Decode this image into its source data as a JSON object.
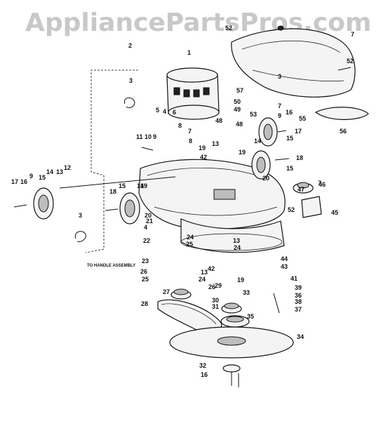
{
  "watermark": "AppliancePartsPros.com",
  "handle_note": "TO HANDLE ASSEMBLY",
  "callouts": {
    "c1": "1",
    "c2": "2",
    "c3a": "3",
    "c3b": "3",
    "c3c": "3",
    "c4a": "4",
    "c4b": "4",
    "c5": "5",
    "c6": "6",
    "c7a": "7",
    "c7b": "7",
    "c7c": "7",
    "c7d": "7",
    "c8a": "8",
    "c8b": "8",
    "c9a": "9",
    "c9b": "9",
    "c9c": "9",
    "c10": "10",
    "c11": "11",
    "c12": "12",
    "c13a": "13",
    "c13b": "13",
    "c13c": "13",
    "c13d": "13",
    "c14a": "14",
    "c14b": "14",
    "c14c": "14",
    "c15a": "15",
    "c15b": "15",
    "c15c": "15",
    "c15d": "15",
    "c16a": "16",
    "c16b": "16",
    "c16c": "16",
    "c17a": "17",
    "c17b": "17",
    "c18a": "18",
    "c18b": "18",
    "c19a": "19",
    "c19b": "19",
    "c19c": "19",
    "c19d": "19",
    "c20a": "20",
    "c20b": "20",
    "c21": "21",
    "c22": "22",
    "c23": "23",
    "c24a": "24",
    "c24b": "24",
    "c24c": "24",
    "c25a": "25",
    "c25b": "25",
    "c26a": "26",
    "c26b": "26",
    "c27": "27",
    "c28": "28",
    "c29": "29",
    "c30": "30",
    "c31": "31",
    "c32": "32",
    "c33": "33",
    "c34": "34",
    "c35": "35",
    "c36": "36",
    "c37": "37",
    "c38": "38",
    "c39": "39",
    "c41": "41",
    "c42a": "42",
    "c42b": "42",
    "c43": "43",
    "c44": "44",
    "c45": "45",
    "c46": "46",
    "c47": "47",
    "c48a": "48",
    "c48b": "48",
    "c49": "49",
    "c50": "50",
    "c52a": "52",
    "c52b": "52",
    "c52c": "52",
    "c53": "53",
    "c55": "55",
    "c56": "56",
    "c57": "57"
  }
}
